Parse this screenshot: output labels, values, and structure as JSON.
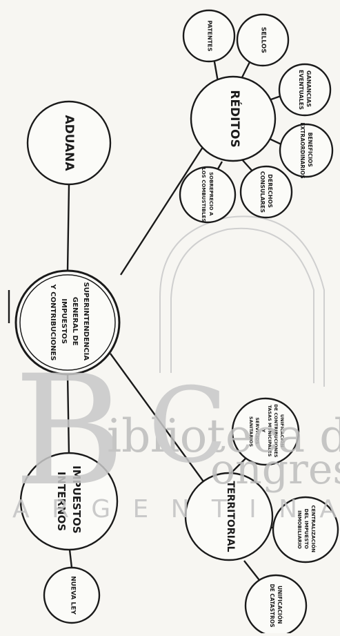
{
  "diagram": {
    "center": "SUPERINTENDENCIA GENERAL DE IMPUESTOS Y CONTRIBUCIONES",
    "nodes": {
      "aduana": "ADUANA",
      "reditos": "RÉDITOS",
      "impuestos_internos": "IMPUESTOS INTERNOS",
      "territorial": "TERRITORIAL"
    },
    "reditos_children": {
      "patentes": "PATENTES",
      "sellos": "SELLOS",
      "ganancias": "GANANCIAS EVENTUALES",
      "beneficios": "BENEFICIOS EXTRAORDINARIOS",
      "derechos": "DERECHOS CONSULARES",
      "sobreprecio": "SOBREPRECIO A LOS COMBUSTIBLES"
    },
    "internos_children": {
      "nueva_ley": "NUEVA LEY"
    },
    "territorial_children": {
      "unificacion_contribuciones": "UNIFICACIÓN DE CONTRIBUCIONES TASAS MUNICIPALES Y SERVICIOS SANITARIOS",
      "centralizacion": "CENTRALIZACIÓN DEL IMPUESTO INMOBILIARIO",
      "unificacion_catastros": "UNIFICACIÓN DE CATASTROS"
    }
  },
  "watermark": {
    "initial_b": "B",
    "word_biblioteca": "iblioteca del",
    "initial_c": "C",
    "word_congreso": "ongreso",
    "word_argentina": "A R G E N T I N A"
  }
}
